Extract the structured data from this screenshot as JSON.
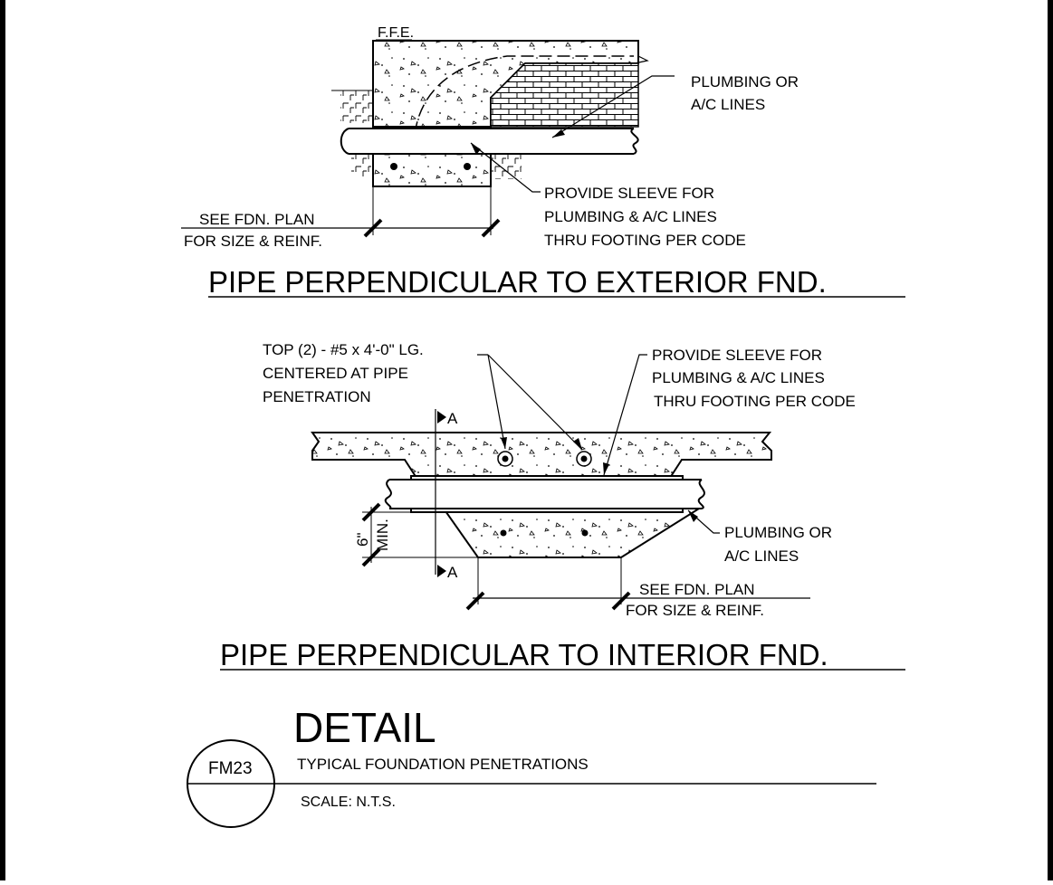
{
  "upper_detail": {
    "ffe_label": "F.F.E.",
    "plumbing_line1": "PLUMBING OR",
    "plumbing_line2": "A/C LINES",
    "sleeve_line1": "PROVIDE SLEEVE FOR",
    "sleeve_line2": "PLUMBING & A/C LINES",
    "sleeve_line3": "THRU FOOTING PER CODE",
    "fdn_line1": "SEE FDN. PLAN",
    "fdn_line2": "FOR SIZE & REINF.",
    "title": "PIPE PERPENDICULAR TO EXTERIOR FND."
  },
  "lower_detail": {
    "rebar_line1": "TOP (2) - #5 x 4'-0\" LG.",
    "rebar_line2": "CENTERED AT PIPE",
    "rebar_line3": "PENETRATION",
    "sleeve_line1": "PROVIDE SLEEVE FOR",
    "sleeve_line2": "PLUMBING & A/C LINES",
    "sleeve_line3": "THRU FOOTING PER CODE",
    "section_mark_top": "A",
    "section_mark_bottom": "A",
    "dim_6": "6\"",
    "dim_min": "MIN.",
    "plumbing_line1": "PLUMBING OR",
    "plumbing_line2": "A/C LINES",
    "fdn_line1": "SEE FDN. PLAN",
    "fdn_line2": "FOR SIZE & REINF.",
    "title": "PIPE PERPENDICULAR TO INTERIOR FND."
  },
  "title_block": {
    "detail_word": "DETAIL",
    "detail_id": "FM23",
    "description": "TYPICAL FOUNDATION PENETRATIONS",
    "scale": "SCALE: N.T.S."
  }
}
